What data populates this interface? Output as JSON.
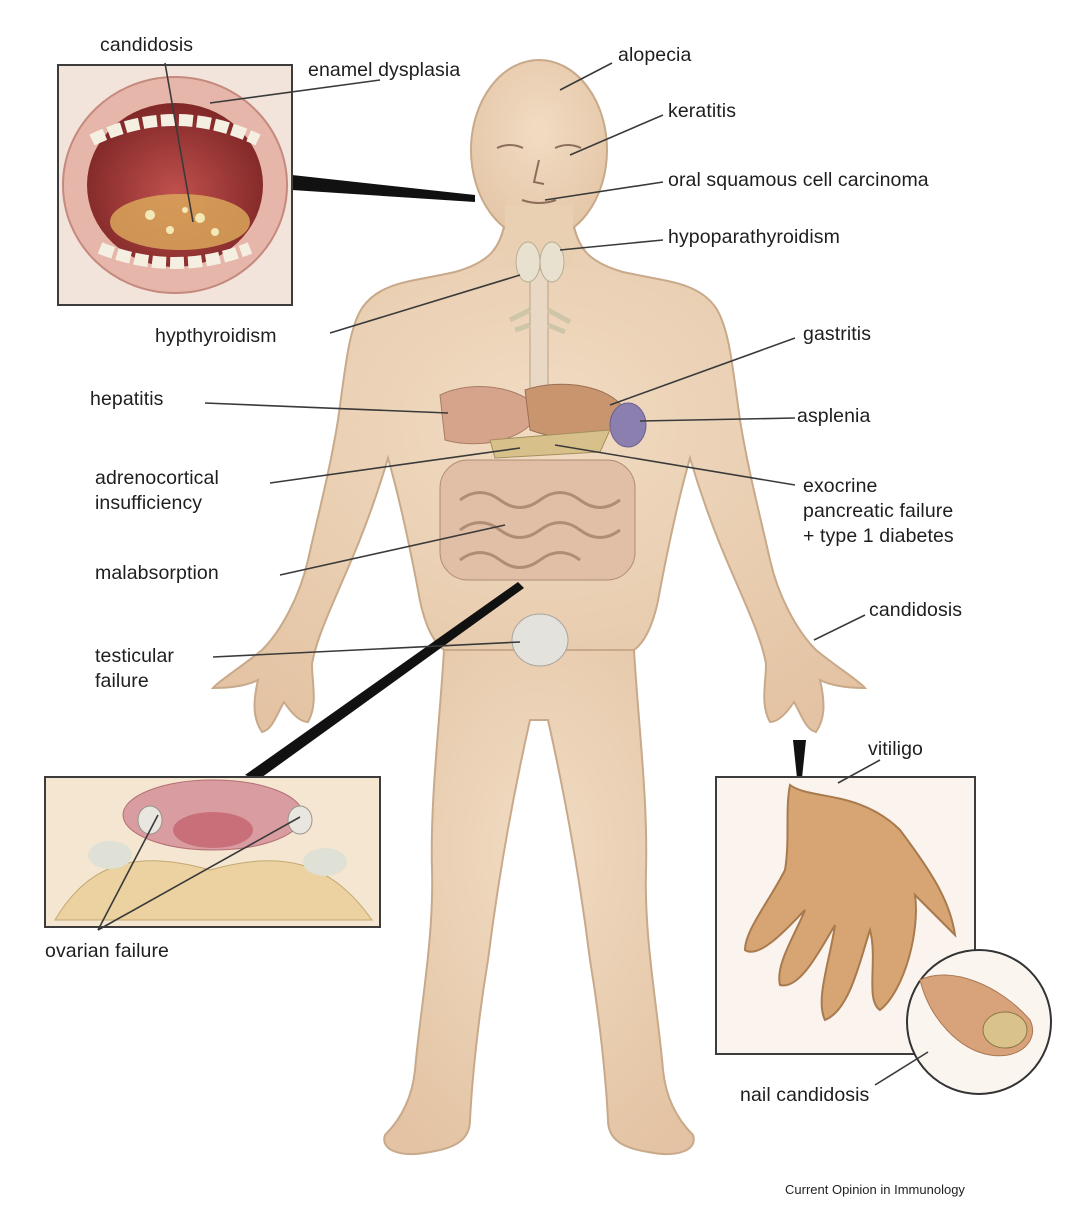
{
  "labels": {
    "candidosis_mouth": "candidosis",
    "enamel_dysplasia": "enamel dysplasia",
    "alopecia": "alopecia",
    "keratitis": "keratitis",
    "oral_scc": "oral squamous cell carcinoma",
    "hypoparathyroidism": "hypoparathyroidism",
    "hypothyroidism": "hypthyroidism",
    "gastritis": "gastritis",
    "hepatitis": "hepatitis",
    "asplenia": "asplenia",
    "adrenocortical_1": "adrenocortical",
    "adrenocortical_2": "insufficiency",
    "exocrine_1": "exocrine",
    "exocrine_2": "pancreatic failure",
    "exocrine_3": "+ type 1 diabetes",
    "malabsorption": "malabsorption",
    "candidosis_hand": "candidosis",
    "testicular_1": "testicular",
    "testicular_2": "failure",
    "vitiligo": "vitiligo",
    "ovarian_failure": "ovarian failure",
    "nail_candidosis": "nail candidosis"
  },
  "credit": "Current Opinion in Immunology",
  "colors": {
    "skin": "#ecd3b6",
    "skin_outline": "#c8a98a",
    "leader_line": "#3a3a3a",
    "inset_border": "#3c3c3c",
    "organ": "#d6a48a"
  }
}
